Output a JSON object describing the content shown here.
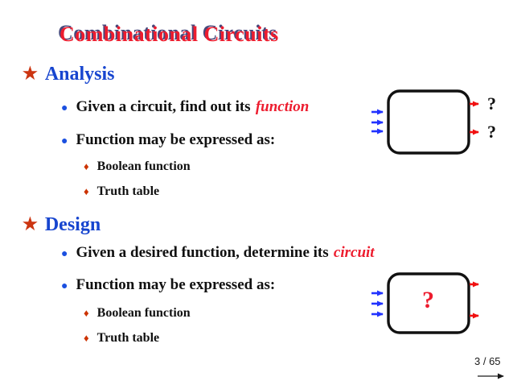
{
  "title": "Combinational Circuits",
  "glyphs": {
    "star": "★",
    "dot": "●",
    "diamond": "♦"
  },
  "analysis": {
    "heading": "Analysis",
    "bullet1_prefix": "Given a circuit, find out its",
    "bullet1_emphasis": "function",
    "bullet2": "Function may be expressed as:",
    "sub_bullet1": "Boolean function",
    "sub_bullet2": "Truth table",
    "diagram": {
      "inputs": 3,
      "outputs": 2,
      "output_label1": "?",
      "output_label2": "?"
    }
  },
  "design": {
    "heading": "Design",
    "bullet1_prefix": "Given a desired function, determine its",
    "bullet1_emphasis": "circuit",
    "bullet2": "Function may be expressed as:",
    "sub_bullet1": "Boolean function",
    "sub_bullet2": "Truth table",
    "diagram": {
      "inputs": 3,
      "outputs": 2,
      "box_label": "?"
    }
  },
  "footer": {
    "page_number": "3 / 65"
  },
  "colors": {
    "title_red": "#ed1c2e",
    "title_shadow_navy": "#282864",
    "heading_blue": "#1745cf",
    "star_bullet_red": "#cc3511",
    "dot_bullet_blue": "#1b50e0",
    "diamond_bullet_red": "#cc3300",
    "emphasis_red": "#ed1c2e",
    "input_arrow_blue": "#2233ff",
    "output_arrow_red": "#f01010",
    "box_border_black": "#111111",
    "body_text_black": "#111111"
  }
}
